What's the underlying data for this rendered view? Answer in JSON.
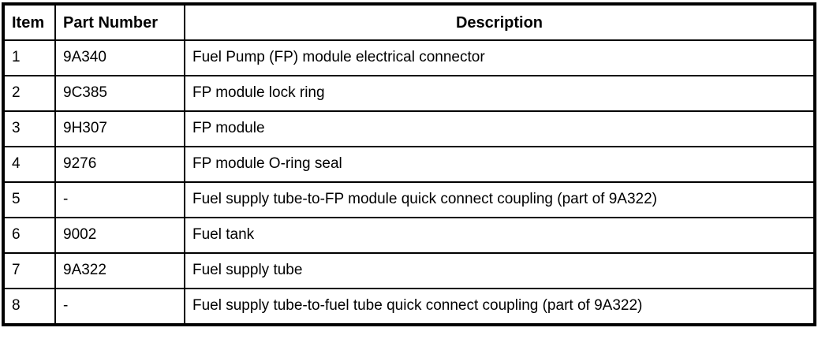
{
  "table": {
    "columns": [
      {
        "key": "item",
        "label": "Item"
      },
      {
        "key": "part_number",
        "label": "Part Number"
      },
      {
        "key": "description",
        "label": "Description"
      }
    ],
    "rows": [
      {
        "item": "1",
        "part_number": "9A340",
        "description": "Fuel Pump (FP) module electrical connector"
      },
      {
        "item": "2",
        "part_number": "9C385",
        "description": "FP module lock ring"
      },
      {
        "item": "3",
        "part_number": "9H307",
        "description": "FP module"
      },
      {
        "item": "4",
        "part_number": "9276",
        "description": "FP module O-ring seal"
      },
      {
        "item": "5",
        "part_number": "-",
        "description": "Fuel supply tube-to-FP module quick connect coupling (part of 9A322)"
      },
      {
        "item": "6",
        "part_number": "9002",
        "description": "Fuel tank"
      },
      {
        "item": "7",
        "part_number": "9A322",
        "description": "Fuel supply tube"
      },
      {
        "item": "8",
        "part_number": "-",
        "description": "Fuel supply tube-to-fuel tube quick connect coupling (part of 9A322)"
      }
    ],
    "colors": {
      "border": "#000000",
      "text": "#000000",
      "background": "#ffffff"
    }
  }
}
